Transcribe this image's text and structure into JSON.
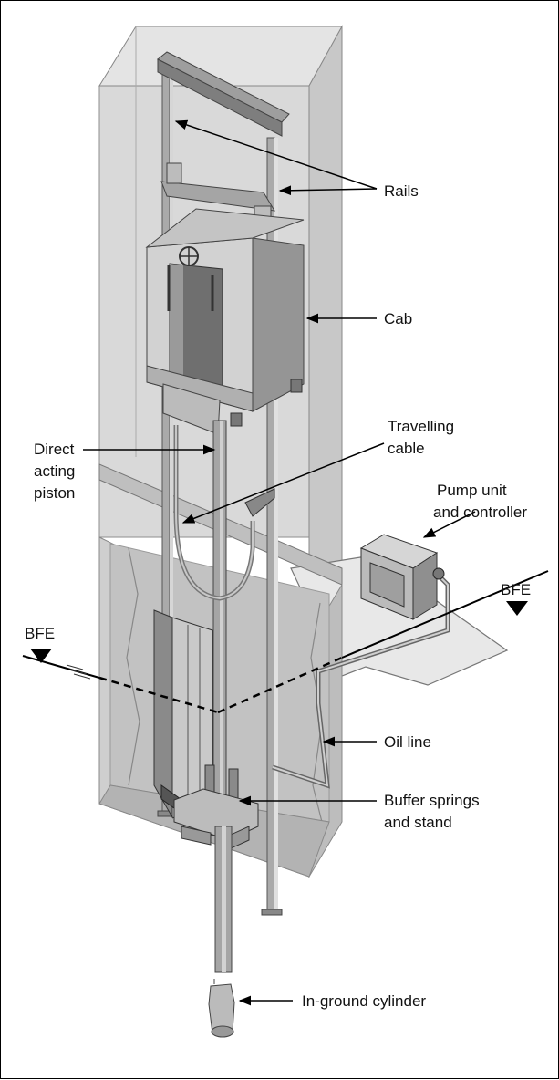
{
  "labels": {
    "rails": "Rails",
    "cab": "Cab",
    "travelling_cable": [
      "Travelling",
      "cable"
    ],
    "piston": [
      "Direct",
      "acting",
      "piston"
    ],
    "pump": [
      "Pump unit",
      "and controller"
    ],
    "bfe_left": "BFE",
    "bfe_right": "BFE",
    "oil_line": "Oil line",
    "buffer": [
      "Buffer springs",
      "and stand"
    ],
    "cylinder": "In-ground cylinder"
  },
  "colors": {
    "shaft": "#dadada",
    "shaft_dark": "#bdbdbd",
    "pit": "#c4c4c4",
    "metal": "#9a9a9a",
    "line": "#000000"
  }
}
